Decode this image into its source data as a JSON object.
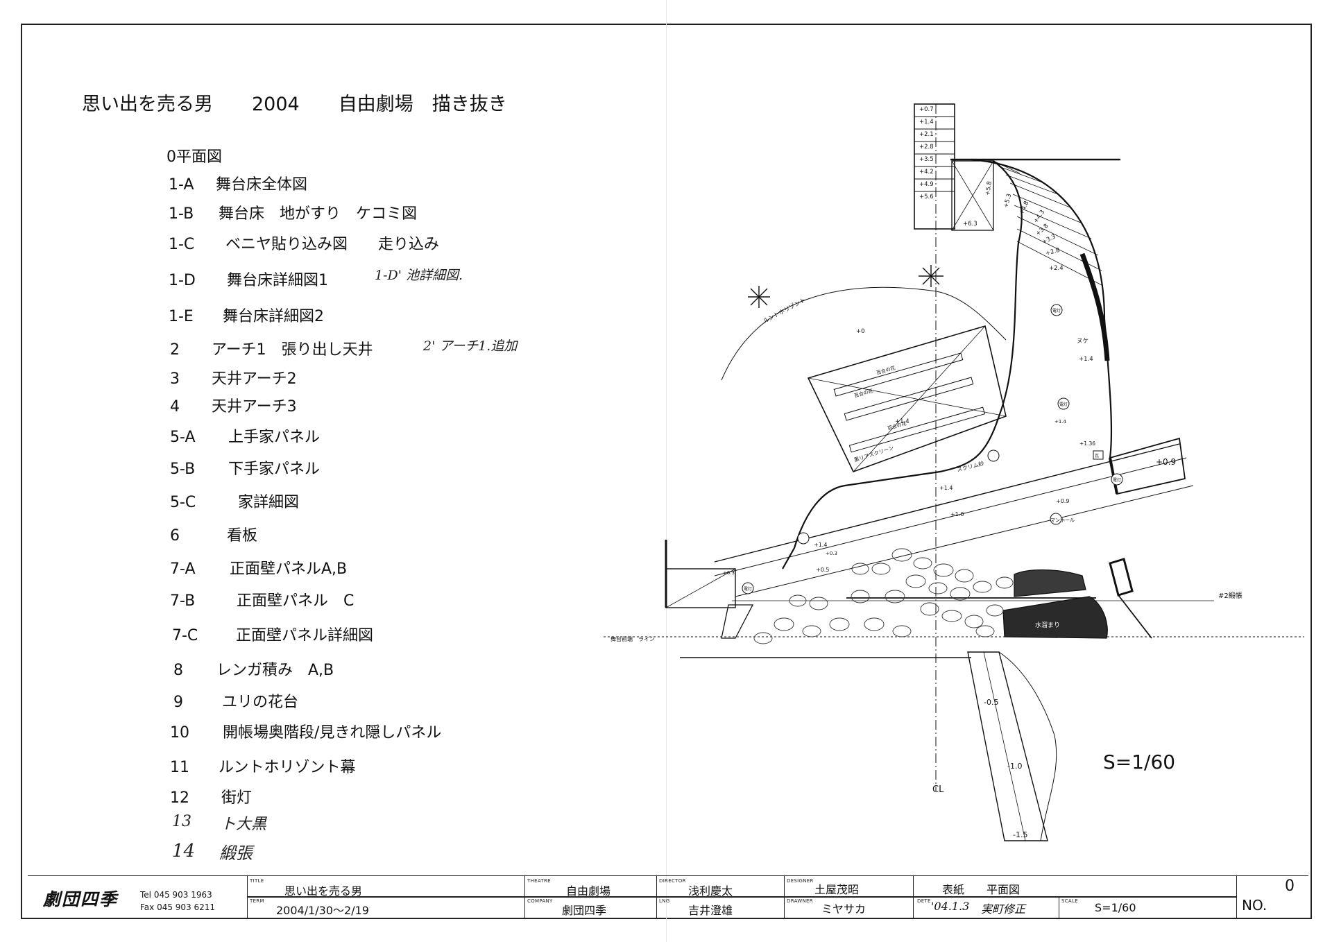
{
  "header": {
    "title_parts": [
      "思い出を売る男",
      "2004",
      "自由劇場　描き抜き"
    ]
  },
  "index": [
    {
      "num": "0",
      "label": "平面図"
    },
    {
      "num": "1-A",
      "label": "舞台床全体図"
    },
    {
      "num": "1-B",
      "label": "舞台床　地がすり　ケコミ図"
    },
    {
      "num": "1-C",
      "label": "ベニヤ貼り込み図　　走り込み"
    },
    {
      "num": "1-D",
      "label": "舞台床詳細図1"
    },
    {
      "num": "1-E",
      "label": "舞台床詳細図2"
    },
    {
      "num": "2",
      "label": "アーチ1　張り出し天井"
    },
    {
      "num": "3",
      "label": "天井アーチ2"
    },
    {
      "num": "4",
      "label": "天井アーチ3"
    },
    {
      "num": "5-A",
      "label": "上手家パネル"
    },
    {
      "num": "5-B",
      "label": "下手家パネル"
    },
    {
      "num": "5-C",
      "label": "家詳細図"
    },
    {
      "num": "6",
      "label": "看板"
    },
    {
      "num": "7-A",
      "label": "正面壁パネルA,B"
    },
    {
      "num": "7-B",
      "label": "正面壁パネル　C"
    },
    {
      "num": "7-C",
      "label": "正面壁パネル詳細図"
    },
    {
      "num": "8",
      "label": "レンガ積み　A,B"
    },
    {
      "num": "9",
      "label": "ユリの花台"
    },
    {
      "num": "10",
      "label": "開帳場奥階段/見きれ隠しパネル"
    },
    {
      "num": "11",
      "label": "ルントホリゾント幕"
    },
    {
      "num": "12",
      "label": "街灯"
    }
  ],
  "handwritten": {
    "note_1d": "1-D' 池詳細図.",
    "note_2": "2' アーチ1.追加",
    "item13_num": "13",
    "item13_label": "ト大黒",
    "item14_num": "14",
    "item14_label": "緞張"
  },
  "plan": {
    "scale": "S=1/60",
    "stairs": [
      "+0.7",
      "+1.4",
      "+2.1",
      "+2.8",
      "+3.5",
      "+4.2",
      "+4.9",
      "+5.6"
    ],
    "curve_levels": [
      "+5.8",
      "+5.3",
      "+4.8",
      "+4.3",
      "+3.8",
      "+3.3",
      "+2.8",
      "+2.4"
    ],
    "labels": {
      "top_level": "+6.3",
      "horizont": "ルントホリゾント",
      "zero": "+0",
      "lily1": "百合の花",
      "lily2": "百合の花",
      "lily3": "百合の花",
      "level_14a": "+1.4",
      "back_screen": "黒リアスクリーン",
      "lamp1": "電灯",
      "nuke": "ヌケ",
      "level_14b": "+1.4",
      "lamp2": "電灯",
      "level_14c": "+1.4",
      "level_136": "+1.36",
      "lamp3": "電灯",
      "level_09a": "+0.9",
      "box": "瓦",
      "scrim": "スクリム紗",
      "level_14d": "+1.4",
      "level_10": "+1.0",
      "manhole": "マンホール",
      "level_09b": "+0.9",
      "level_14e": "+1.4",
      "level_03a": "+0.3",
      "level_05": "+0.5",
      "level_03b": "+0.3",
      "lamp4": "電灯",
      "curtain2": "#2緞帳",
      "front_line": "舞台前端　ライン",
      "puddle": "水溜まり",
      "minus05": "-0.5",
      "minus10": "-1.0",
      "minus15": "-1.5",
      "cl": "CL"
    }
  },
  "title_block": {
    "company_logo": "劇団四季",
    "tel": "Tel  045 903 1963",
    "fax": "Fax 045 903 6211",
    "title_label": "TITLE",
    "title_value": "思い出を売る男",
    "term_label": "TERM",
    "term_value": "2004/1/30～2/19",
    "theatre_label": "THEATRE",
    "theatre_value": "自由劇場",
    "company_label": "COMPANY",
    "company_value": "劇団四季",
    "director_label": "DIRECTOR",
    "director_value": "浅利慶太",
    "lng_label": "LNG",
    "lng_value": "吉井澄雄",
    "designer_label": "DESIGNER",
    "designer_value": "土屋茂昭",
    "drawner_label": "DRAWNER",
    "drawner_value": "ミヤサカ",
    "sheet_value": "表紙　　平面図",
    "date_label": "DETE",
    "date_value": "'04.1.3",
    "date_note": "実町修正",
    "scale_label": "SCALE",
    "scale_value": "S=1/60",
    "no_label": "NO.",
    "no_value": "0"
  }
}
